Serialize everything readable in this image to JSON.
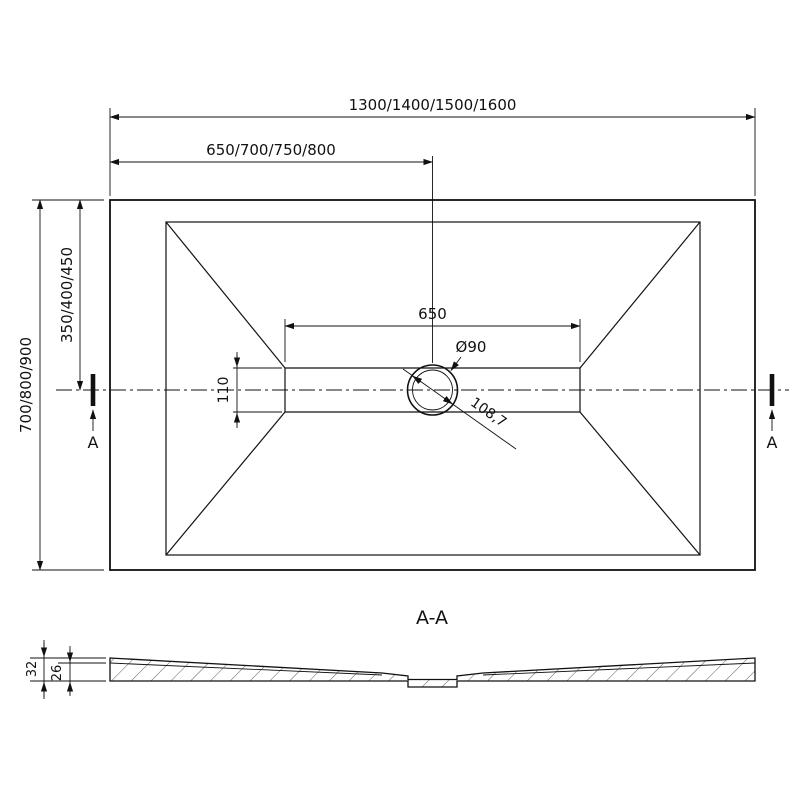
{
  "meta": {
    "background_color": "#ffffff",
    "line_color": "#111111"
  },
  "top_view": {
    "dim_width_total": "1300/1400/1500/1600",
    "dim_width_half": "650/700/750/800",
    "dim_height_total": "700/800/900",
    "dim_height_half": "350/400/450",
    "dim_drain_zone_width": "650",
    "dim_drain_zone_height": "110",
    "dim_drain_diameter": "Ø90",
    "dim_drain_diagonal": "108,7",
    "section_marker_left": "A",
    "section_marker_right": "A"
  },
  "section_view": {
    "title": "A-A",
    "dim_thickness_total": "32",
    "dim_thickness_inner": "26"
  }
}
